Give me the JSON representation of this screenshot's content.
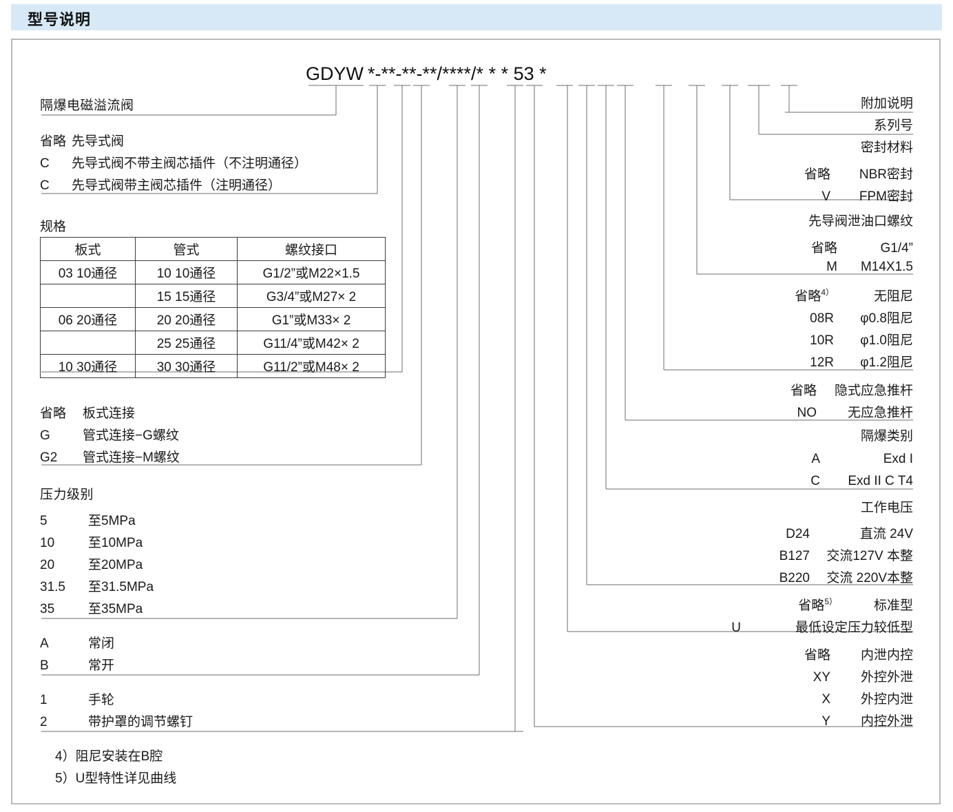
{
  "header": {
    "title": "型号说明"
  },
  "code": {
    "prefix": "GDYW",
    "pattern": "*-**-**-**/****/*  *  * 53 *",
    "segments": [
      "*",
      "-",
      "*",
      "*",
      "-",
      "*",
      "*",
      "-",
      "*",
      "*",
      "/",
      "*",
      "*",
      "*",
      "*",
      "/",
      "*",
      "*",
      "*",
      "53",
      "*"
    ]
  },
  "left": {
    "product_name": "隔爆电磁溢流阀",
    "pilot": {
      "rows": [
        {
          "key": "省略",
          "val": "先导式阀"
        },
        {
          "key": "C",
          "val": "先导式阀不带主阀芯插件（不注明通径）"
        },
        {
          "key": "C",
          "val": "先导式阀带主阀芯插件（注明通径）"
        }
      ]
    },
    "spec": {
      "title": "规格",
      "headers": [
        "板式",
        "管式",
        "螺纹接口"
      ],
      "rows": [
        [
          "03  10通径",
          "10  10通径",
          "G1/2”或M22×1.5"
        ],
        [
          "",
          "15  15通径",
          "G3/4”或M27× 2"
        ],
        [
          "06  20通径",
          "20  20通径",
          "G1”或M33× 2"
        ],
        [
          "",
          "25  25通径",
          "G11/4”或M42× 2"
        ],
        [
          "10  30通径",
          "30  30通径",
          "G11/2”或M48× 2"
        ]
      ]
    },
    "connection": {
      "rows": [
        {
          "key": "省略",
          "val": "板式连接"
        },
        {
          "key": "G",
          "val": "管式连接−G螺纹"
        },
        {
          "key": "G2",
          "val": "管式连接−M螺纹"
        }
      ]
    },
    "pressure": {
      "title": "压力级别",
      "rows": [
        {
          "key": "5",
          "val": "至5MPa"
        },
        {
          "key": "10",
          "val": "至10MPa"
        },
        {
          "key": "20",
          "val": "至20MPa"
        },
        {
          "key": "31.5",
          "val": "至31.5MPa"
        },
        {
          "key": "35",
          "val": "至35MPa"
        }
      ]
    },
    "state": {
      "rows": [
        {
          "key": "A",
          "val": "常闭"
        },
        {
          "key": "B",
          "val": "常开"
        }
      ]
    },
    "adjust": {
      "rows": [
        {
          "key": "1",
          "val": "手轮"
        },
        {
          "key": "2",
          "val": "带护罩的调节螺钉"
        }
      ]
    }
  },
  "footnotes": [
    "4）阻尼安装在B腔",
    "5）U型特性详见曲线"
  ],
  "right": {
    "additional_note": "附加说明",
    "series_no": "系列号",
    "seal": {
      "title": "密封材料",
      "rows": [
        {
          "key": "省略",
          "val": "NBR密封"
        },
        {
          "key": "V",
          "val": "FPM密封"
        }
      ]
    },
    "drain_thread": {
      "title": "先导阀泄油口螺纹",
      "rows": [
        {
          "key": "省略",
          "val": "G1/4”"
        },
        {
          "key": "M",
          "val": "M14X1.5"
        }
      ]
    },
    "damping": {
      "rows": [
        {
          "key": "省略",
          "sup": "4）",
          "val": "无阻尼"
        },
        {
          "key": "08R",
          "sup": "",
          "val": "φ0.8阻尼"
        },
        {
          "key": "10R",
          "sup": "",
          "val": "φ1.0阻尼"
        },
        {
          "key": "12R",
          "sup": "",
          "val": "φ1.2阻尼"
        }
      ]
    },
    "pushrod": {
      "rows": [
        {
          "key": "省略",
          "val": "隐式应急推杆"
        },
        {
          "key": "NO",
          "val": "无应急推杆"
        }
      ]
    },
    "exproof": {
      "title": "隔爆类别",
      "rows": [
        {
          "key": "A",
          "val": "Exd I"
        },
        {
          "key": "C",
          "val": "Exd II C  T4"
        }
      ]
    },
    "voltage": {
      "title": "工作电压",
      "rows": [
        {
          "key": "D24",
          "val": "直流 24V"
        },
        {
          "key": "B127",
          "val": "交流127V 本整"
        },
        {
          "key": "B220",
          "val": "交流 220V本整"
        }
      ]
    },
    "lowset": {
      "rows": [
        {
          "key": "省略",
          "sup": "5）",
          "val": "标准型"
        },
        {
          "key": "U",
          "sup": "",
          "val": "最低设定压力较低型"
        }
      ]
    },
    "control": {
      "rows": [
        {
          "key": "省略",
          "val": "内泄内控"
        },
        {
          "key": "XY",
          "val": "外控外泄"
        },
        {
          "key": "X",
          "val": "外控内泄"
        },
        {
          "key": "Y",
          "val": "内控外泄"
        }
      ]
    }
  },
  "colors": {
    "header_bg": "#d7e9f7",
    "frame_border": "#b9b9b9",
    "line": "#6b6b6b",
    "text": "#1a1a1a"
  }
}
